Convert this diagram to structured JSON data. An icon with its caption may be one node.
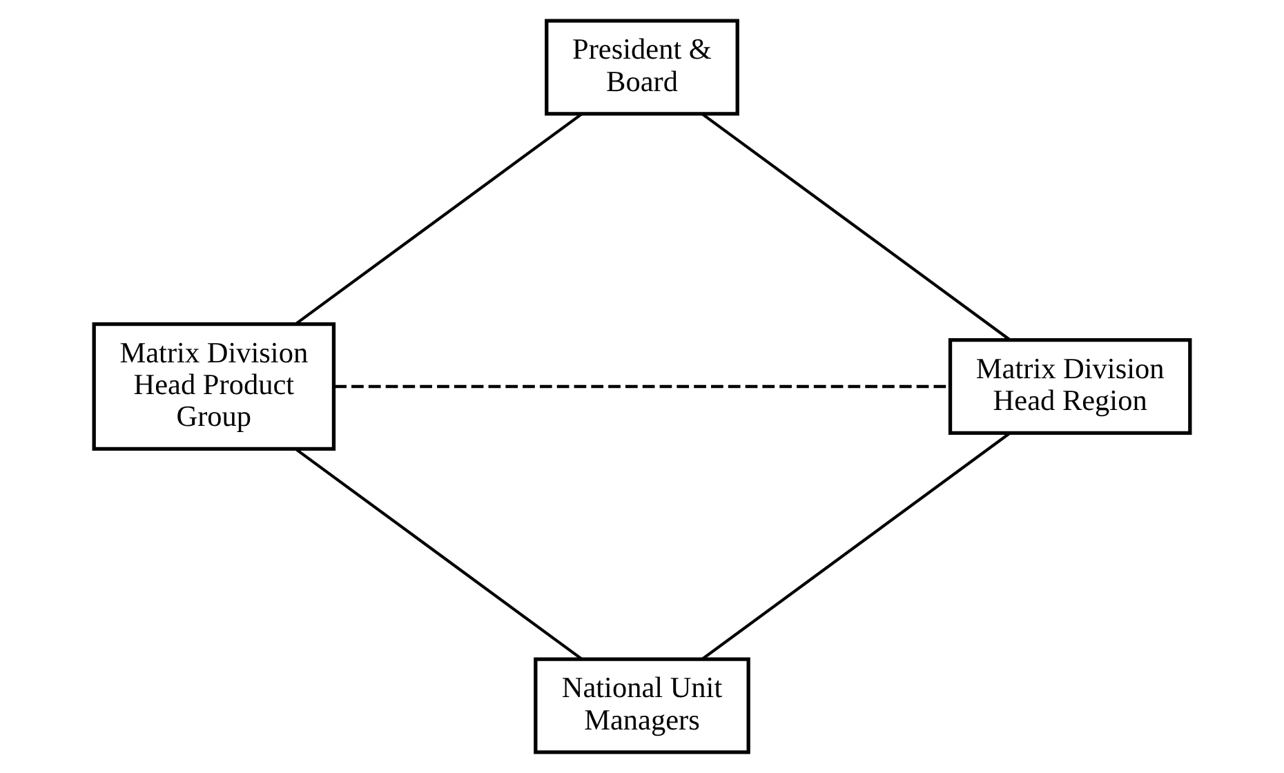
{
  "diagram": {
    "nodes": [
      {
        "text": [
          "President & Board"
        ]
      },
      {
        "text": [
          "Matrix Division Head Product Group"
        ]
      },
      {
        "text": [
          "Matrix Division Head Region"
        ]
      },
      {
        "text": [
          "National Unit Managers"
        ]
      }
    ],
    "edges": [
      {
        "from": 0,
        "to": 1,
        "arrow": "none"
      },
      {
        "from": 0,
        "to": 2,
        "arrow": "none"
      },
      {
        "from": 1,
        "to": 2,
        "arrow": "none",
        "style": "dashed"
      },
      {
        "from": 1,
        "to": 3,
        "arrow": "none"
      },
      {
        "from": 2,
        "to": 3,
        "arrow": "none"
      }
    ]
  }
}
